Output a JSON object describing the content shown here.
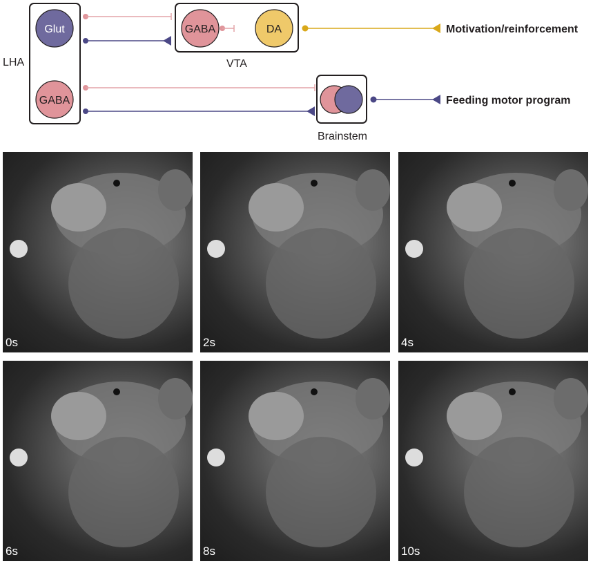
{
  "diagram": {
    "lha_label": "LHA",
    "lha_glut": "Glut",
    "lha_gaba": "GABA",
    "vta_gaba": "GABA",
    "vta_da": "DA",
    "vta_label": "VTA",
    "brainstem_label": "Brainstem",
    "output_top": "Motivation/reinforcement",
    "output_bottom": "Feeding motor program",
    "colors": {
      "glut": "#6f6a9e",
      "gaba": "#e0949a",
      "da": "#efc96a",
      "inhib_line": "#e3a4a8",
      "excit_line": "#4b4886",
      "da_line": "#d9a81a"
    }
  },
  "frames": [
    {
      "time": "0s"
    },
    {
      "time": "2s"
    },
    {
      "time": "4s"
    },
    {
      "time": "6s"
    },
    {
      "time": "8s"
    },
    {
      "time": "10s"
    }
  ]
}
